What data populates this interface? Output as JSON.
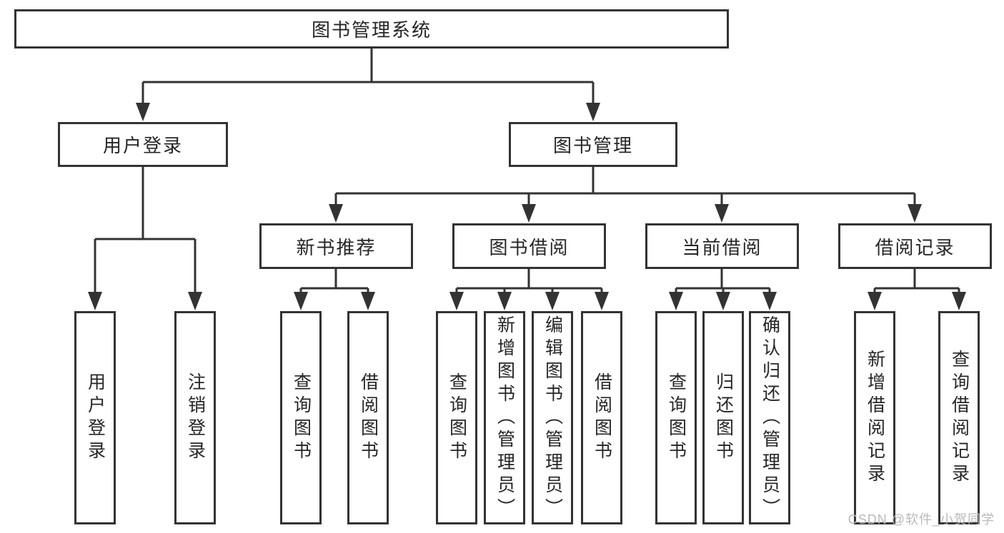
{
  "diagram": {
    "root": {
      "label": "图书管理系统"
    },
    "level2": [
      {
        "id": "user-login",
        "label": "用户登录"
      },
      {
        "id": "book-management",
        "label": "图书管理"
      }
    ],
    "level3": [
      {
        "id": "new-book-recommend",
        "label": "新书推荐"
      },
      {
        "id": "book-borrowing",
        "label": "图书借阅"
      },
      {
        "id": "current-borrowing",
        "label": "当前借阅"
      },
      {
        "id": "borrowing-records",
        "label": "借阅记录"
      }
    ],
    "leaves": [
      {
        "id": "user-login-leaf",
        "label": "用户登录"
      },
      {
        "id": "logout-leaf",
        "label": "注销登录"
      },
      {
        "id": "query-books-recommend",
        "label": "查询图书"
      },
      {
        "id": "borrow-books-recommend",
        "label": "借阅图书"
      },
      {
        "id": "query-books-borrowing",
        "label": "查询图书"
      },
      {
        "id": "add-books-admin",
        "label": "新增图书（管理员）"
      },
      {
        "id": "edit-books-admin",
        "label": "编辑图书（管理员）"
      },
      {
        "id": "borrow-books-borrowing",
        "label": "借阅图书"
      },
      {
        "id": "query-books-current",
        "label": "查询图书"
      },
      {
        "id": "return-books",
        "label": "归还图书"
      },
      {
        "id": "confirm-return-admin",
        "label": "确认归还（管理员）"
      },
      {
        "id": "add-borrow-record",
        "label": "新增借阅记录"
      },
      {
        "id": "query-borrow-record",
        "label": "查询借阅记录"
      }
    ],
    "watermark": "CSDN @软件_小贺同学",
    "colors": {
      "line": "#333333",
      "border": "#333333",
      "text": "#262626",
      "watermark": "#b9b9b9",
      "background": "#ffffff"
    }
  }
}
